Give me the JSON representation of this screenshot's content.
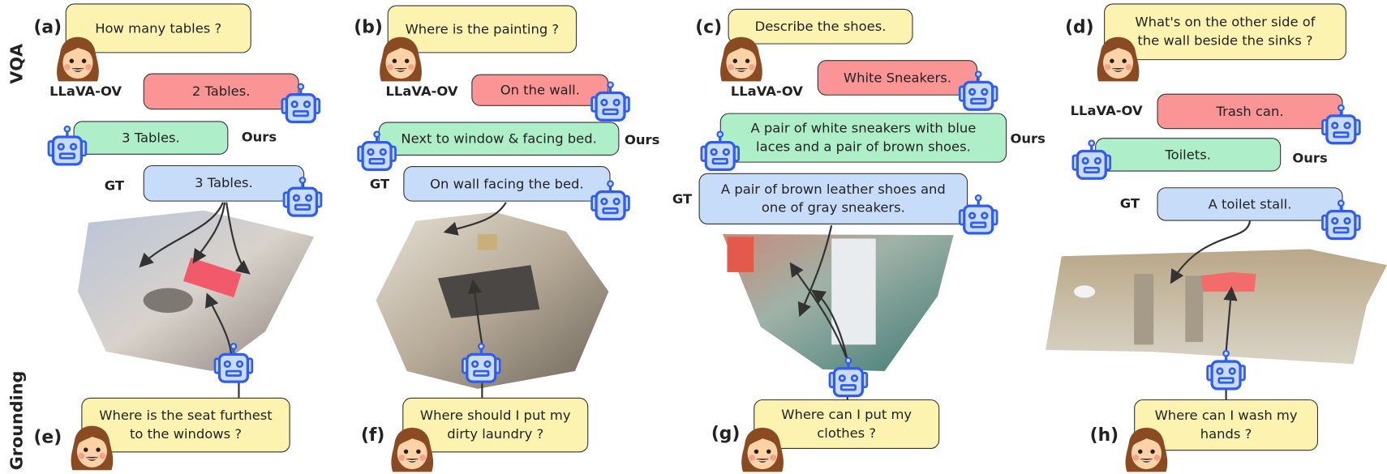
{
  "sections": {
    "vqa": "VQA",
    "grounding": "Grounding"
  },
  "model_labels": {
    "baseline": "LLaVA-OV",
    "ours": "Ours",
    "gt": "GT"
  },
  "colors": {
    "question": "#fdf3b0",
    "baseline": "#fb9595",
    "ours": "#aeeec9",
    "gt": "#c6dcf9",
    "robot": "#2f5cf5"
  },
  "icons": {
    "user": "girl-avatar-icon",
    "agent": "robot-icon"
  },
  "vqa": [
    {
      "label": "(a)",
      "question": "How many tables ?",
      "baseline": "2 Tables.",
      "ours": "3 Tables.",
      "gt": "3 Tables."
    },
    {
      "label": "(b)",
      "question": "Where is the painting ?",
      "baseline": "On the wall.",
      "ours": "Next to window & facing bed.",
      "gt": "On wall facing the bed."
    },
    {
      "label": "(c)",
      "question": "Describe the shoes.",
      "baseline": "White Sneakers.",
      "ours_lines": [
        "A pair of white sneakers with blue",
        "laces and a pair of brown shoes."
      ],
      "gt_lines": [
        "A pair of brown leather shoes and",
        "one of gray sneakers."
      ]
    },
    {
      "label": "(d)",
      "question_lines": [
        "What's on the other side of",
        "the wall beside the sinks ?"
      ],
      "baseline": "Trash can.",
      "ours": "Toilets.",
      "gt": "A toilet stall."
    }
  ],
  "grounding": [
    {
      "label": "(e)",
      "question_lines": [
        "Where is the seat furthest",
        "to the windows ?"
      ]
    },
    {
      "label": "(f)",
      "question_lines": [
        "Where should I put my",
        "dirty laundry ?"
      ]
    },
    {
      "label": "(g)",
      "question_lines": [
        "Where can I put my",
        "clothes ?"
      ]
    },
    {
      "label": "(h)",
      "question_lines": [
        "Where can I wash my",
        "hands ?"
      ]
    }
  ]
}
